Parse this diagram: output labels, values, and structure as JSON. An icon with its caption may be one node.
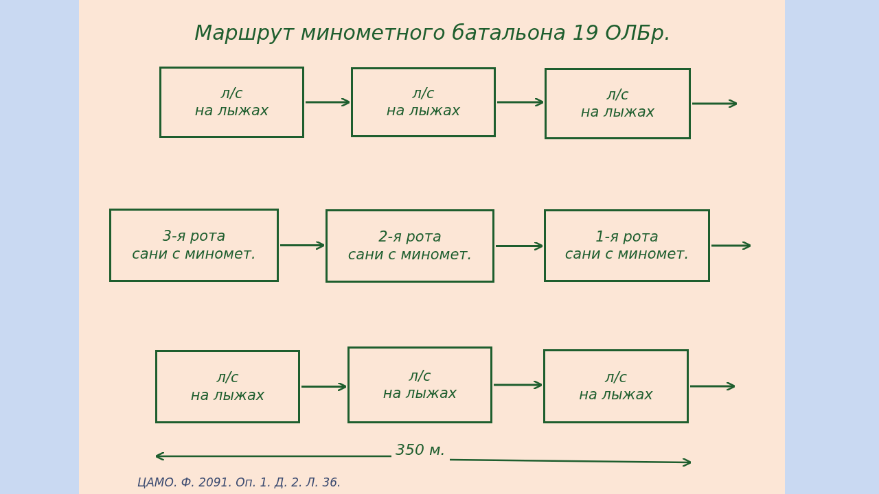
{
  "diagram": {
    "title": "Маршрут минометного батальона 19 ОЛБр.",
    "nodes": [
      {
        "text": [
          "л/с",
          "на лыжах"
        ]
      },
      {
        "text": [
          "л/с",
          "на лыжах"
        ]
      },
      {
        "text": [
          "л/с",
          "на лыжах"
        ]
      },
      {
        "text": [
          "3-я рота",
          "сани с миномет."
        ]
      },
      {
        "text": [
          "2-я рота",
          "сани с миномет."
        ]
      },
      {
        "text": [
          "1-я рота",
          "сани с миномет."
        ]
      },
      {
        "text": [
          "л/с",
          "на лыжах"
        ]
      },
      {
        "text": [
          "л/с",
          "на лыжах"
        ]
      },
      {
        "text": [
          "л/с",
          "на лыжах"
        ]
      }
    ],
    "edges": [
      {
        "from": 0,
        "to": 1,
        "arrow": "to"
      },
      {
        "from": 1,
        "to": 2,
        "arrow": "to"
      },
      {
        "from": 2,
        "to": null,
        "arrow": "to"
      },
      {
        "from": 3,
        "to": 4,
        "arrow": "to"
      },
      {
        "from": 4,
        "to": 5,
        "arrow": "to"
      },
      {
        "from": 5,
        "to": null,
        "arrow": "to"
      },
      {
        "from": 6,
        "to": 7,
        "arrow": "to"
      },
      {
        "from": 7,
        "to": 8,
        "arrow": "to"
      },
      {
        "from": 8,
        "to": null,
        "arrow": "to"
      }
    ],
    "labels": [
      "350 м.",
      "ЦАМО. Ф. 2091. Оп. 1. Д. 2. Л. 36."
    ]
  }
}
